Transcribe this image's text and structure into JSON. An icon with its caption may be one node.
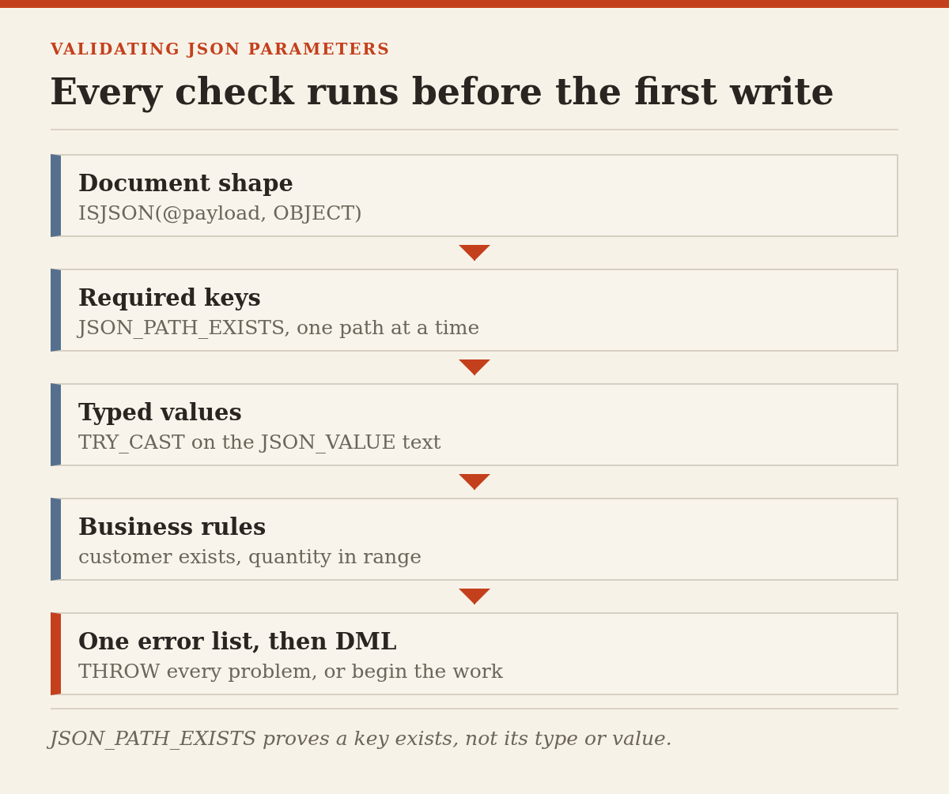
{
  "diagram": {
    "title": "Every check runs before the first write",
    "caption": "JSON_PATH_EXISTS proves a key exists, not its type or value.",
    "nodes": [
      {
        "text": [
          "Document shape",
          "ISJSON(@payload, OBJECT)"
        ]
      },
      {
        "text": [
          "Required keys",
          "JSON_PATH_EXISTS, one path at a time"
        ]
      },
      {
        "text": [
          "Typed values",
          "TRY_CAST on the JSON_VALUE text"
        ]
      },
      {
        "text": [
          "Business rules",
          "customer exists, quantity in range"
        ]
      },
      {
        "text": [
          "One error list, then DML",
          "THROW every problem, or begin the work"
        ]
      }
    ],
    "edges": [
      {
        "from": 0,
        "to": 1,
        "arrow": "to"
      },
      {
        "from": 1,
        "to": 2,
        "arrow": "to"
      },
      {
        "from": 2,
        "to": 3,
        "arrow": "to"
      },
      {
        "from": 3,
        "to": 4,
        "arrow": "to"
      }
    ],
    "labels": [
      "VALIDATING JSON PARAMETERS"
    ]
  }
}
